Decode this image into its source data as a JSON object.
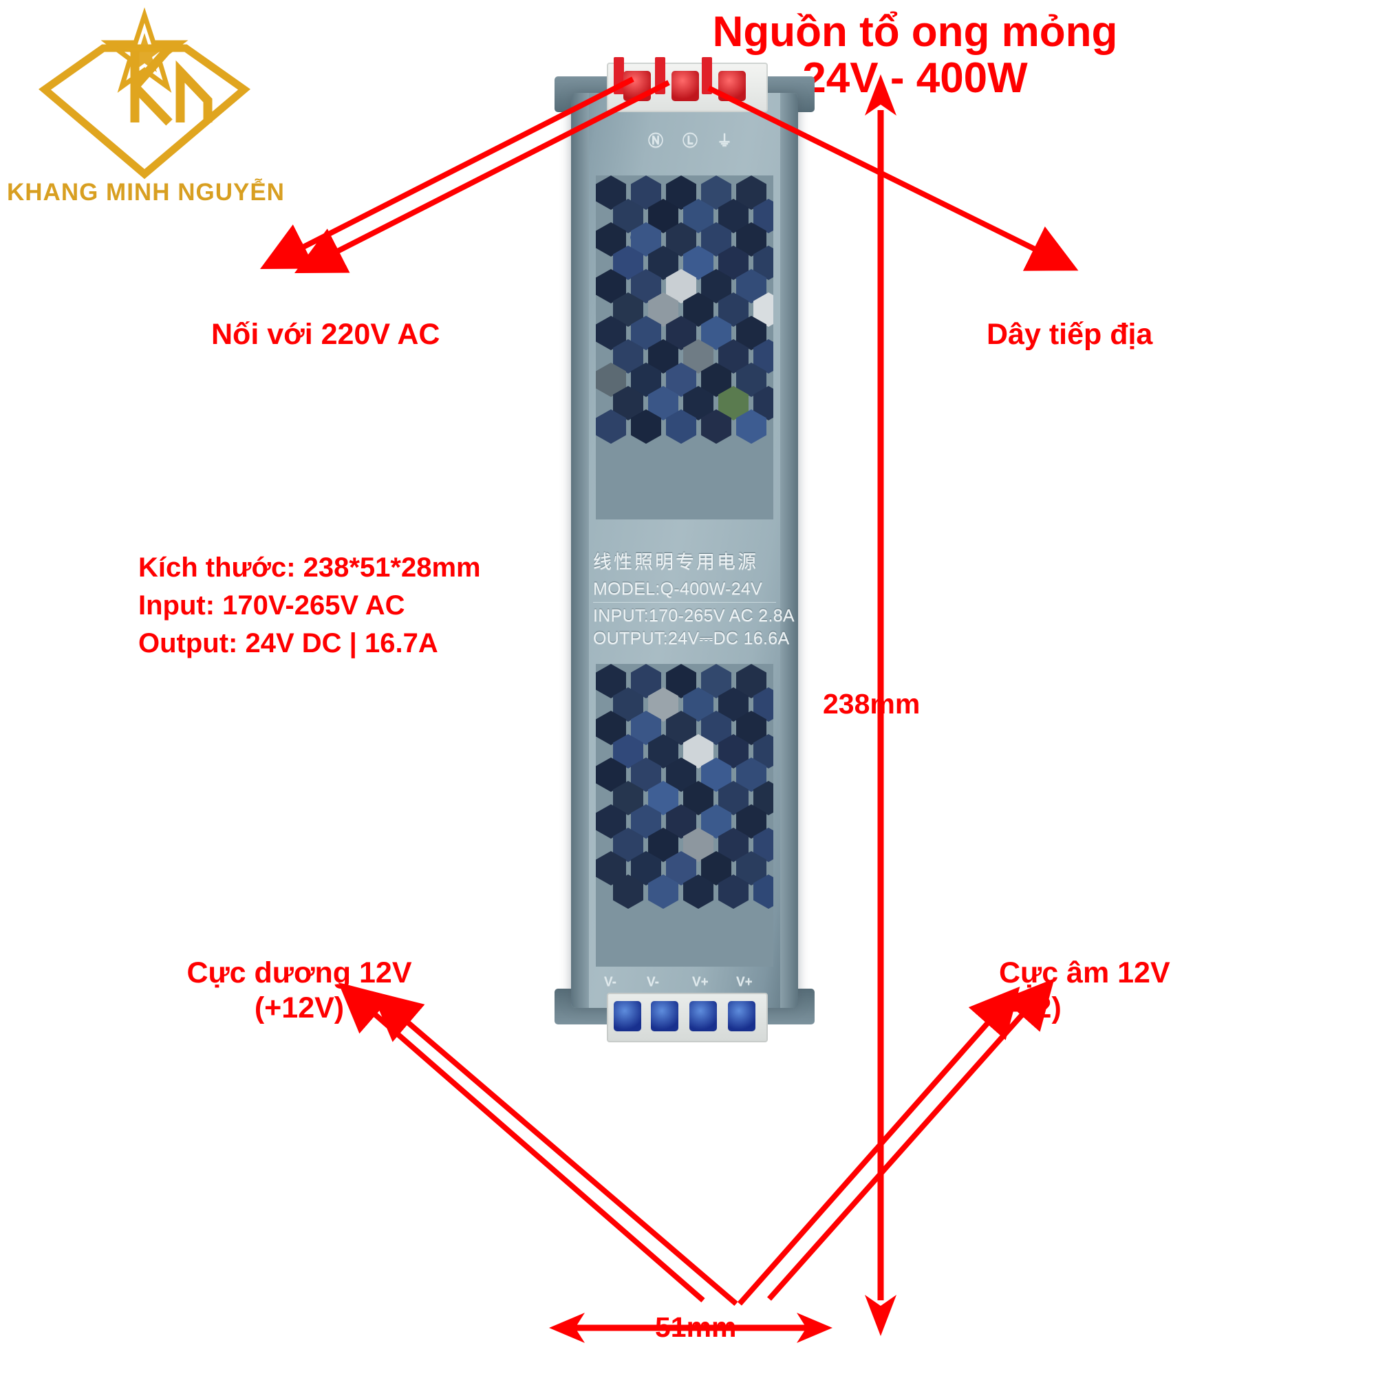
{
  "brand": {
    "logo_icon": "diamond-star-km-monogram",
    "name": "KHANG MINH NGUYỄN",
    "color": "#d89f21"
  },
  "title": {
    "line1": "Nguồn tổ ong mỏng",
    "line2": "24V - 400W",
    "color": "#ff0000"
  },
  "callouts": {
    "ac_input": "Nối với 220V AC",
    "ground": "Dây tiếp địa",
    "positive_line1": "Cực dương 12V",
    "positive_line2": "(+12V)",
    "negative_line1": "Cực âm 12V",
    "negative_line2": "(-12)"
  },
  "spec": {
    "line1": "Kích thước: 238*51*28mm",
    "line2": "Input: 170V-265V AC",
    "line3": "Output: 24V DC | 16.7A"
  },
  "dimensions": {
    "height": "238mm",
    "width": "51mm"
  },
  "device_label": {
    "chinese": "线性照明专用电源",
    "model": "MODEL:Q-400W-24V",
    "input": "INPUT:170-265V AC 2.8A",
    "output": "OUTPUT:24V⎓DC 16.6A"
  },
  "terminals": {
    "top_symbols": [
      "N",
      "L",
      "⏚"
    ],
    "bottom_symbols": [
      "V-",
      "V-",
      "V+",
      "V+"
    ]
  }
}
